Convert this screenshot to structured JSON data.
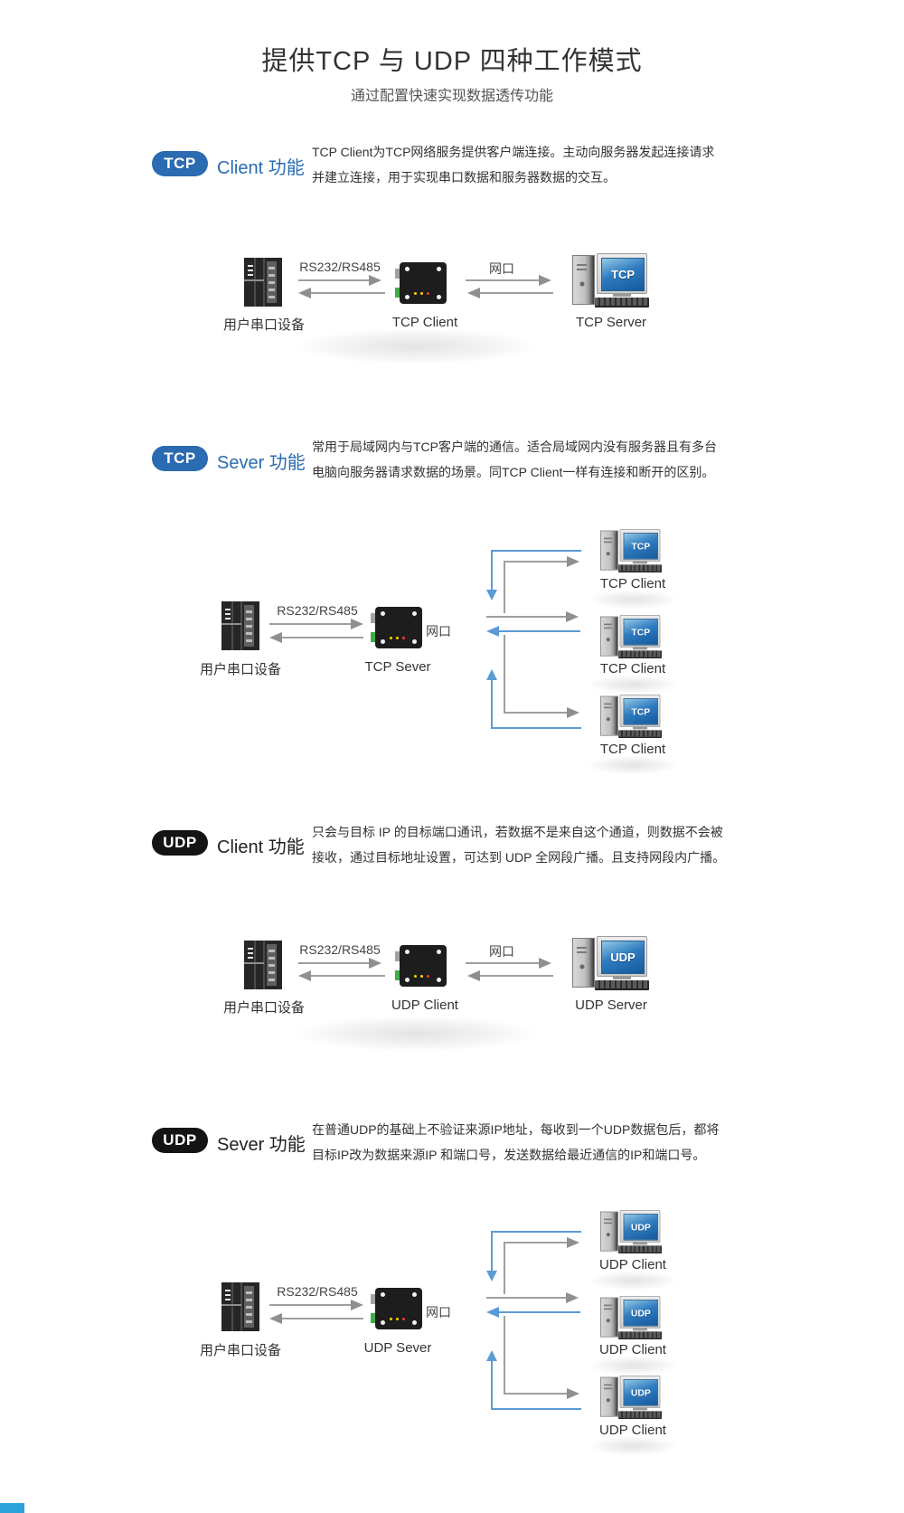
{
  "header": {
    "title": "提供TCP 与 UDP 四种工作模式",
    "subtitle": "通过配置快速实现数据透传功能"
  },
  "labels": {
    "serial_device": "用户串口设备",
    "serial_link": "RS232/RS485",
    "net_link": "网口"
  },
  "sections": [
    {
      "protocol": "TCP",
      "mode": "Client 功能",
      "description": [
        "TCP Client为TCP网络服务提供客户端连接。主动向服务器发起连接请求",
        "并建立连接，用于实现串口数据和服务器数据的交互。"
      ],
      "diagram": {
        "converter_label": "TCP Client",
        "remote_label": "TCP Server",
        "screen": "TCP"
      }
    },
    {
      "protocol": "TCP",
      "mode": "Sever 功能",
      "description": [
        "常用于局域网内与TCP客户端的通信。适合局域网内没有服务器且有多台",
        "电脑向服务器请求数据的场景。同TCP Client一样有连接和断开的区别。"
      ],
      "diagram": {
        "converter_label": "TCP Sever",
        "clients": [
          "TCP Client",
          "TCP Client",
          "TCP Client"
        ],
        "screen": "TCP"
      }
    },
    {
      "protocol": "UDP",
      "mode": "Client 功能",
      "description": [
        "只会与目标 IP 的目标端口通讯，若数据不是来自这个通道，则数据不会被",
        "接收，通过目标地址设置，可达到 UDP 全网段广播。且支持网段内广播。"
      ],
      "diagram": {
        "converter_label": "UDP Client",
        "remote_label": "UDP Server",
        "screen": "UDP"
      }
    },
    {
      "protocol": "UDP",
      "mode": "Sever 功能",
      "description": [
        "在普通UDP的基础上不验证来源IP地址，每收到一个UDP数据包后，都将",
        "目标IP改为数据来源IP 和端口号，发送数据给最近通信的IP和端口号。"
      ],
      "diagram": {
        "converter_label": "UDP Sever",
        "clients": [
          "UDP Client",
          "UDP Client",
          "UDP Client"
        ],
        "screen": "UDP"
      }
    }
  ],
  "colors": {
    "tcp_badge": "#2a6bb1",
    "udp_badge": "#141414",
    "arrow_gray": "#9f9f9f",
    "arrow_blue": "#5b9bd5",
    "screen_blue": "#2f7cc0",
    "accent": "#2ba3d9"
  }
}
